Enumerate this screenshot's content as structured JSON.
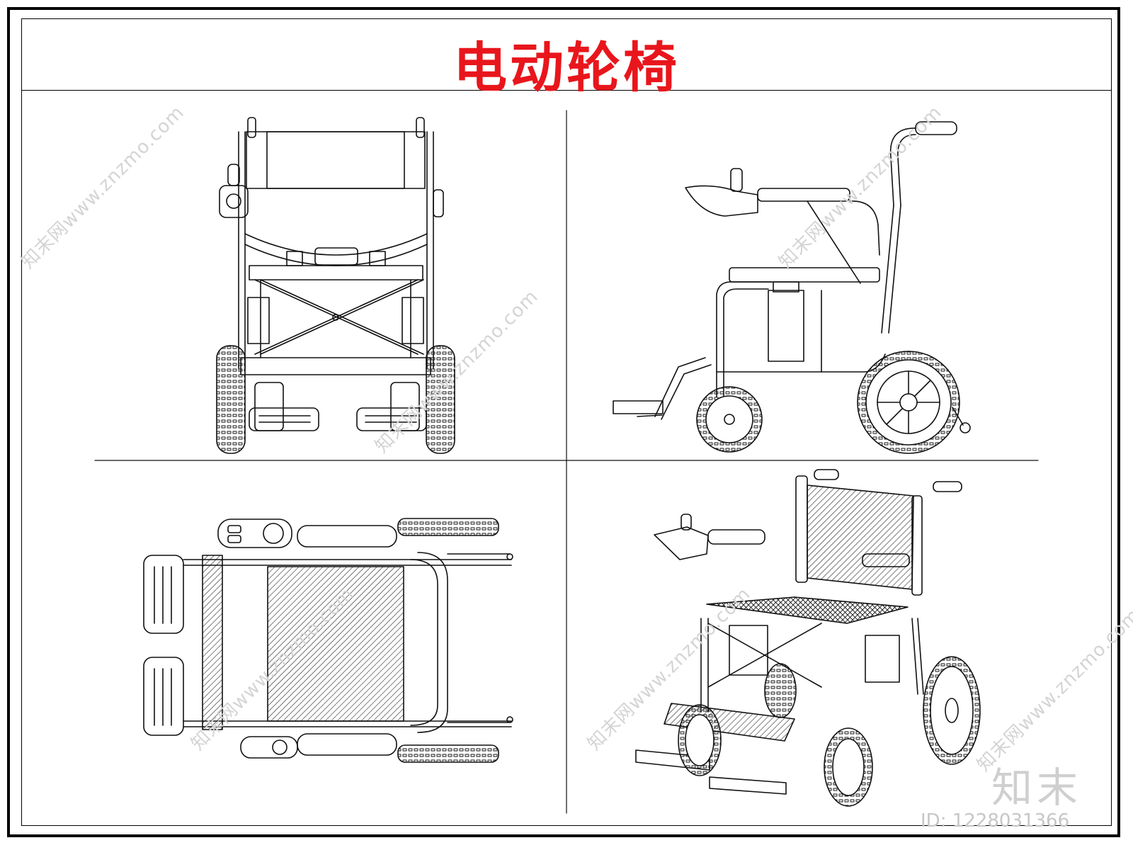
{
  "title": "电动轮椅",
  "colors": {
    "title": "#e8161c",
    "line": "#111111",
    "watermark": "#d4d4d4",
    "frame": "#000000"
  },
  "views": [
    {
      "id": "front",
      "label": ""
    },
    {
      "id": "side",
      "label": ""
    },
    {
      "id": "top",
      "label": ""
    },
    {
      "id": "isometric",
      "label": ""
    }
  ],
  "watermarks": [
    "知末网www.znzmo.com",
    "知末网www.znzmo.com",
    "知末网www.znzmo.com",
    "知末网www.znzmo.com",
    "知末网www.znzmo.com",
    "知末网www.znzmo.com"
  ],
  "brand_logo": "知末",
  "image_id": "ID: 1228031366"
}
